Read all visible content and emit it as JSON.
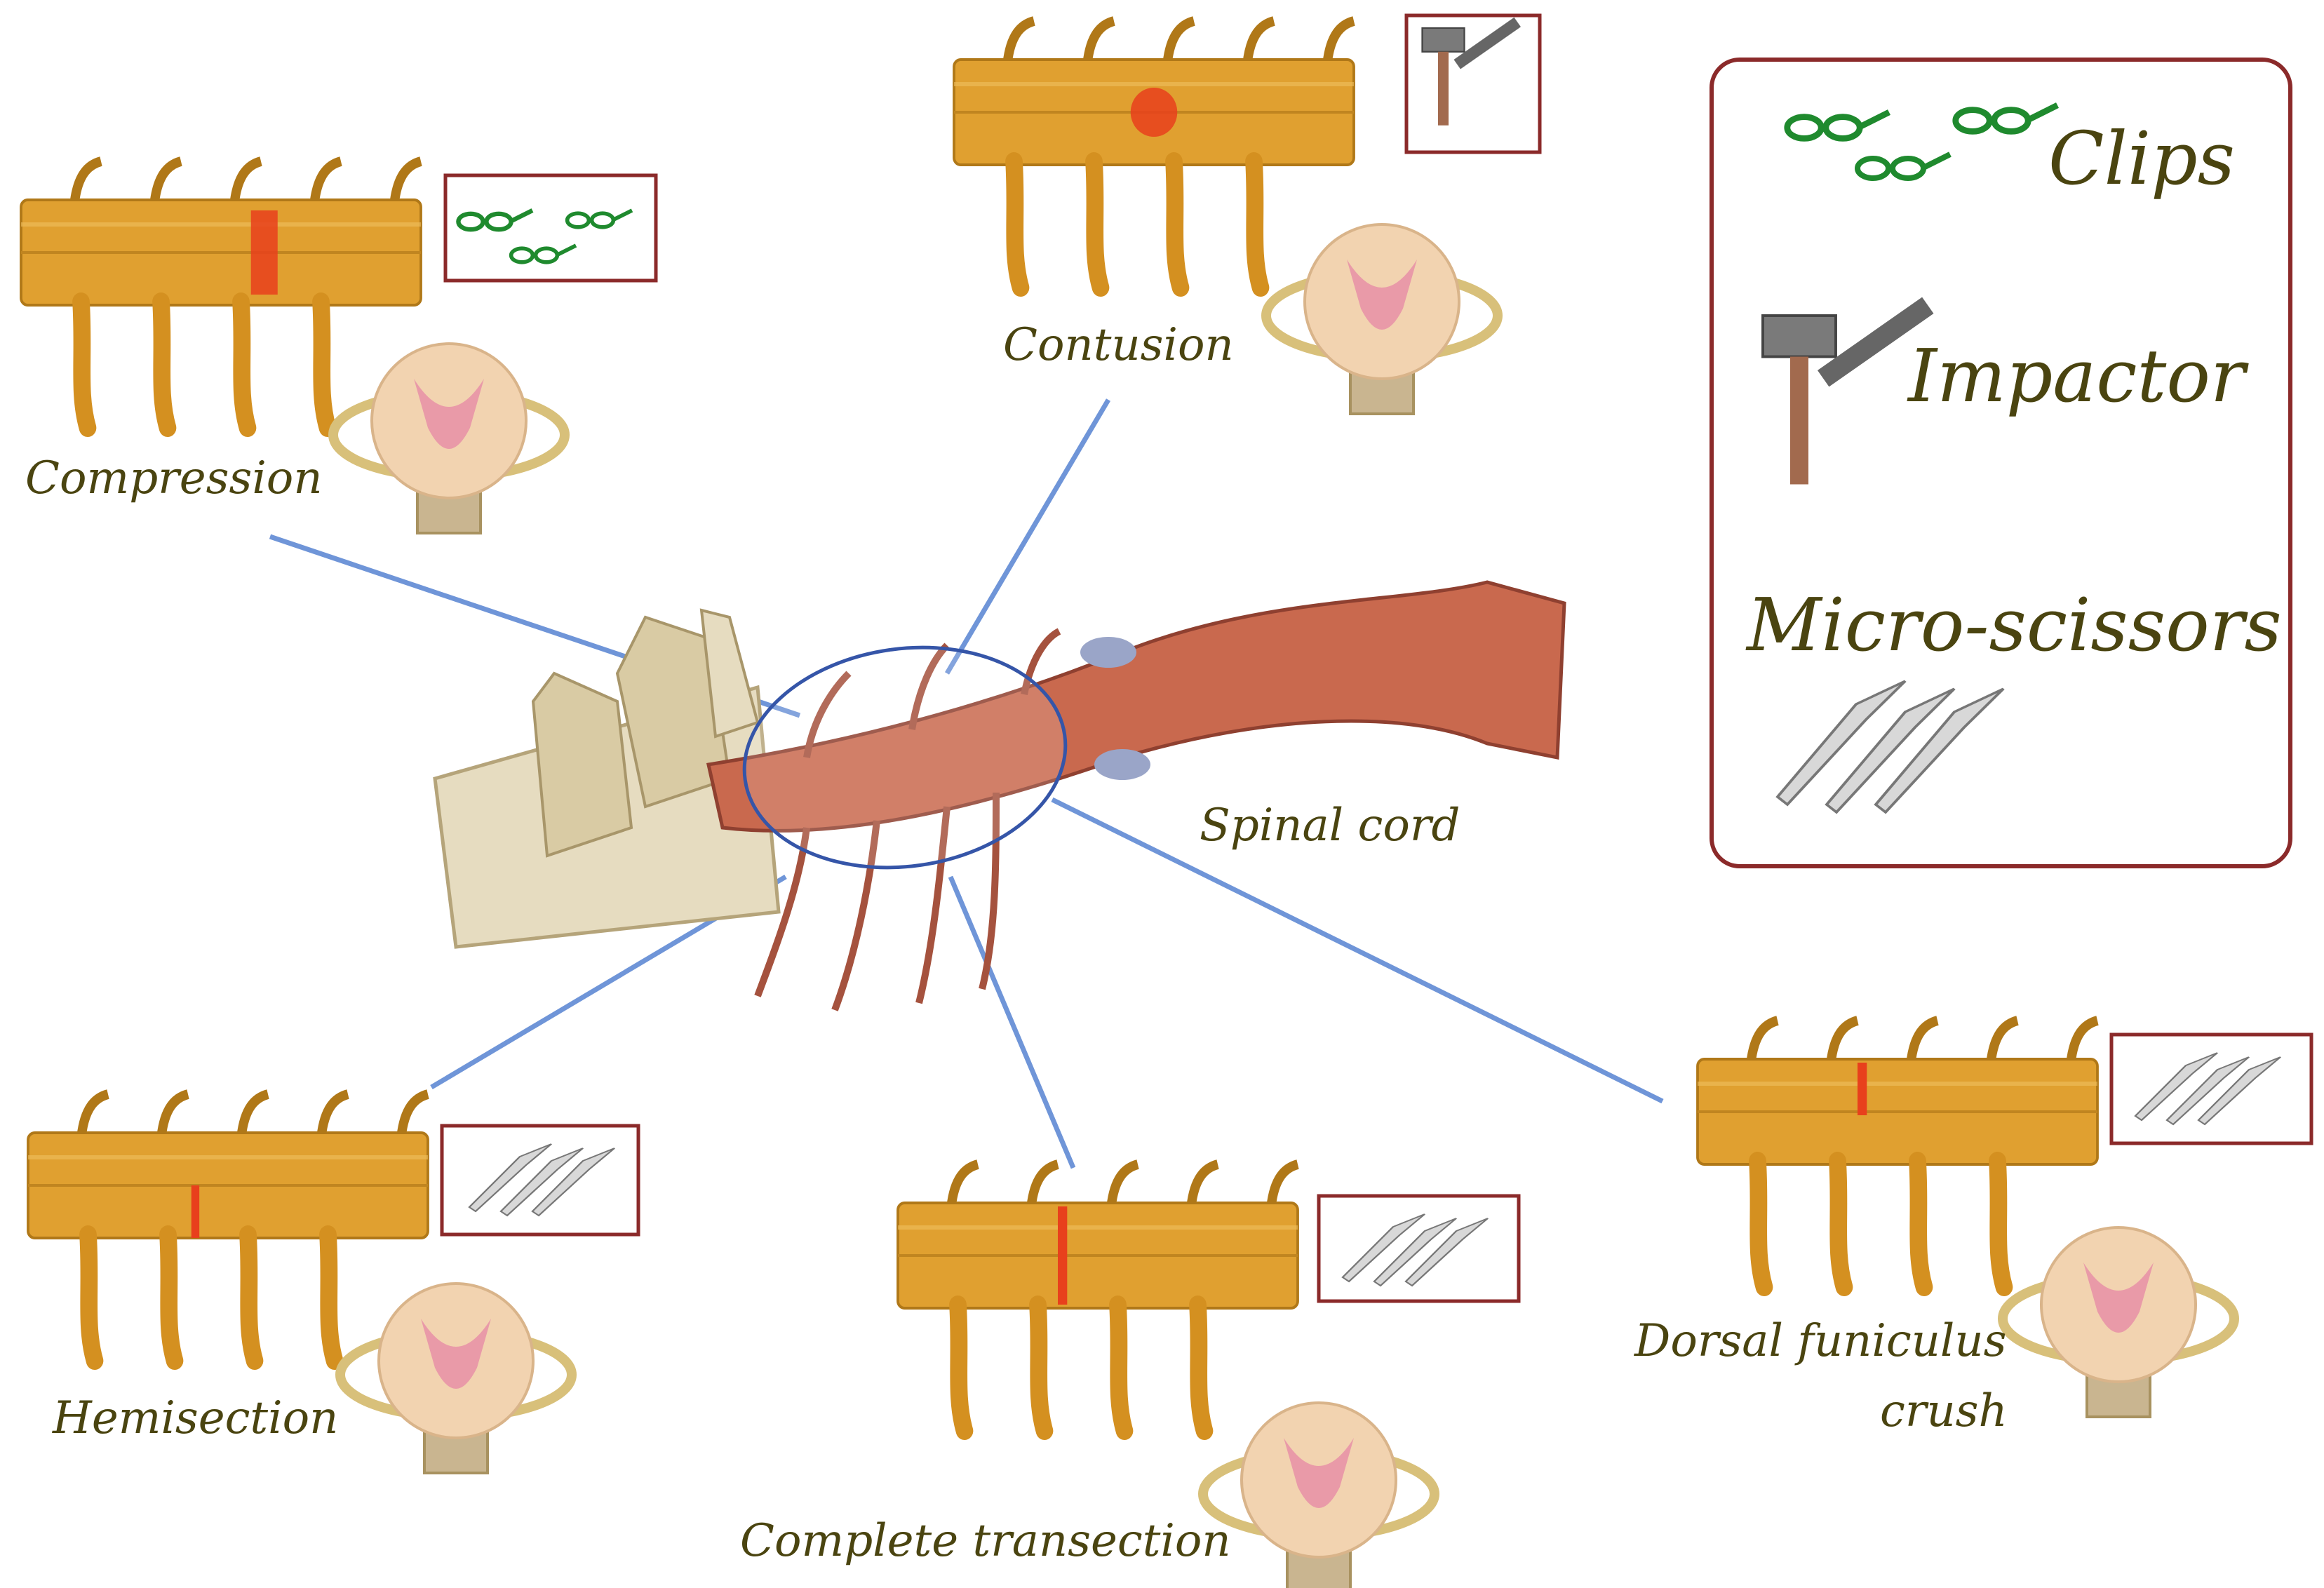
{
  "center": {
    "label": "Spinal cord"
  },
  "injuries": {
    "compression": {
      "label": "Compression"
    },
    "contusion": {
      "label": "Contusion"
    },
    "hemisection": {
      "label": "Hemisection"
    },
    "complete_transection": {
      "label": "Complete transection"
    },
    "dorsal_funiculus_crush": {
      "label_line1": "Dorsal funiculus",
      "label_line2": "crush"
    }
  },
  "legend": {
    "clips": {
      "label": "Clips",
      "icon": "clips-icon"
    },
    "impactor": {
      "label": "Impactor",
      "icon": "impactor-icon"
    },
    "micro_scissors": {
      "label": "Micro-scissors",
      "icon": "micro-scissors-icon"
    }
  },
  "colors": {
    "cord_segment": "#e0a030",
    "cord_main": "#c9694e",
    "vertebra": "#e6dcc0",
    "lesion": "#e8401c",
    "connector_line": "#6f95d8",
    "box_border": "#8b2a2a",
    "clips": "#1f8a2e",
    "text": "#4a4410"
  }
}
